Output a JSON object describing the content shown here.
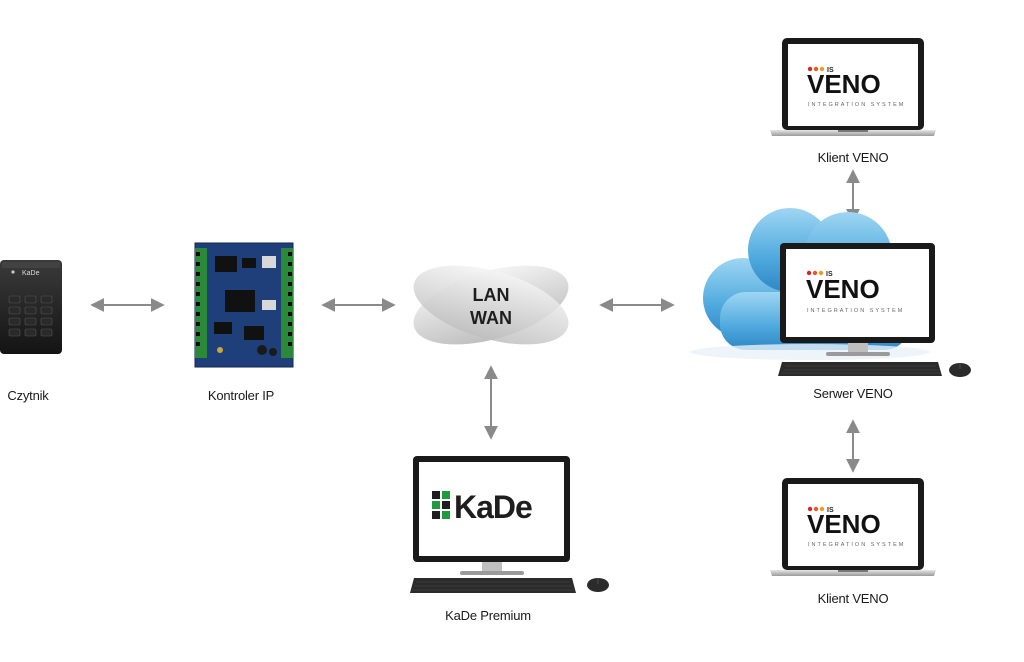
{
  "nodes": {
    "reader": {
      "label": "Czytnik",
      "brand": "KaDe"
    },
    "controller": {
      "label": "Kontroler IP"
    },
    "network": {
      "line1": "LAN",
      "line2": "WAN"
    },
    "kade_station": {
      "label": "KaDe Premium",
      "screen_logo": "KaDe"
    },
    "veno_server": {
      "label": "Serwer VENO",
      "logo_prefix": "IS",
      "logo_text": "VENO",
      "logo_sub": "INTEGRATION SYSTEM"
    },
    "veno_client_top": {
      "label": "Klient VENO",
      "logo_prefix": "IS",
      "logo_text": "VENO",
      "logo_sub": "INTEGRATION SYSTEM"
    },
    "veno_client_bottom": {
      "label": "Klient VENO",
      "logo_prefix": "IS",
      "logo_text": "VENO",
      "logo_sub": "INTEGRATION SYSTEM"
    }
  },
  "colors": {
    "arrow": "#8a8a8a",
    "veno_red": "#d7262c",
    "veno_orange": "#f39b1a",
    "cloud": "#5fb3e4",
    "kade_green": "#1e9b3b",
    "pcb": "#1f3f7a"
  },
  "icons": [
    "bidirectional-arrow",
    "cloud-icon",
    "laptop-icon",
    "desktop-monitor-icon",
    "keyboard-icon",
    "mouse-icon",
    "card-reader-icon",
    "controller-board-icon"
  ]
}
